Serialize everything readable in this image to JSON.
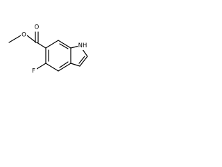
{
  "molecule": {
    "atoms": {
      "ether_oxygen": "O",
      "carbonyl_oxygen": "O",
      "fluorine": "F",
      "nitrogen": "NH"
    }
  }
}
